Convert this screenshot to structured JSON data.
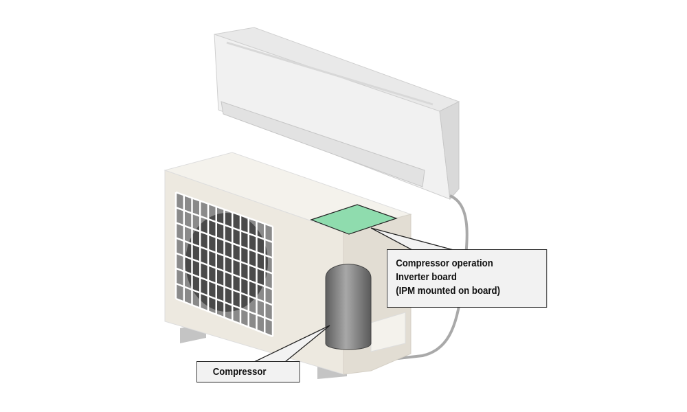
{
  "title": "Air conditioner inverter board and compressor location",
  "labels": {
    "inverter": [
      "Compressor operation",
      "Inverter board",
      "(IPM mounted on board)"
    ],
    "compressor": "Compressor"
  },
  "colors": {
    "board": "#8fdcae",
    "unit": "#efede6",
    "compressor": "#7d7d7d",
    "pipe": "#a9a9a9"
  }
}
